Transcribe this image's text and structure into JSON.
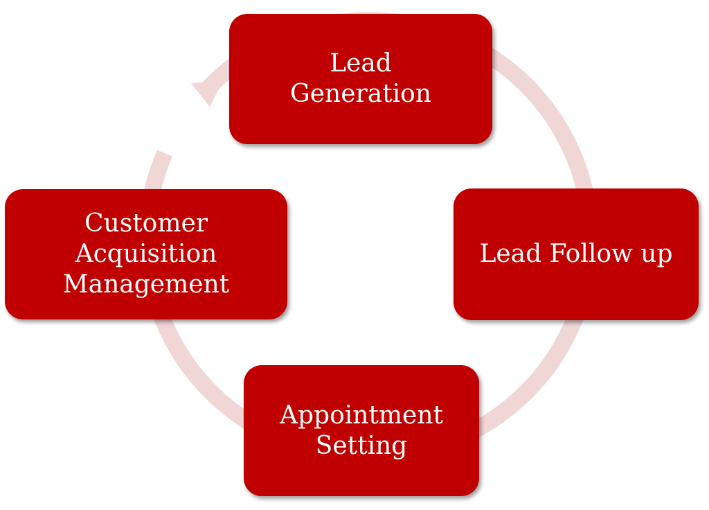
{
  "diagram": {
    "type": "cycle",
    "accent_color": "#c00000",
    "ring_color": "#f1d6d6",
    "text_color": "#ffffff",
    "steps": [
      {
        "label": "Lead\nGeneration"
      },
      {
        "label": "Lead Follow up"
      },
      {
        "label": "Appointment\nSetting"
      },
      {
        "label": "Customer\nAcquisition\nManagement"
      }
    ]
  }
}
